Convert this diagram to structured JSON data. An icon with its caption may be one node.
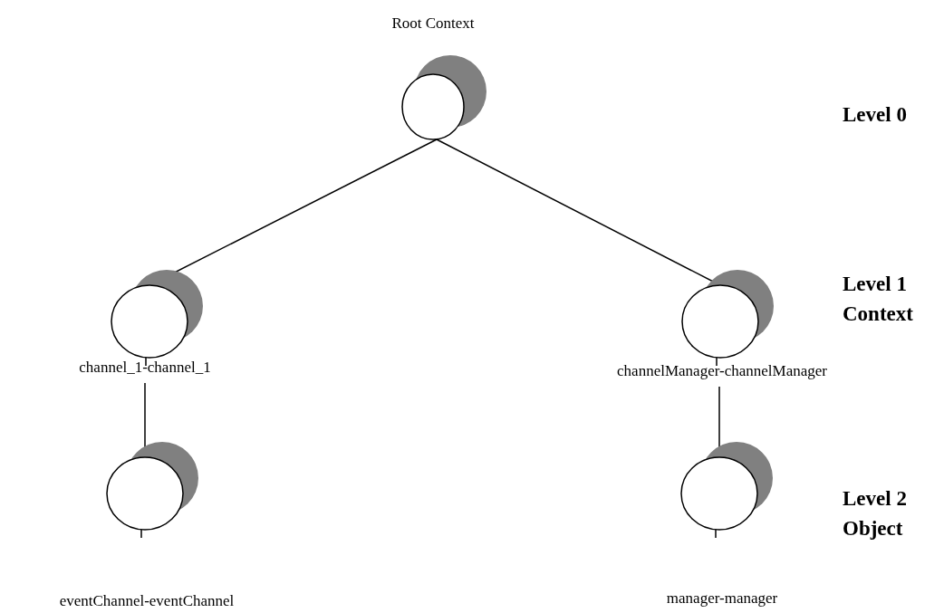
{
  "diagram": {
    "nodes": [
      {
        "text": [
          "Root Context"
        ]
      },
      {
        "text": [
          "channel_1-channel_1"
        ]
      },
      {
        "text": [
          "channelManager-channelManager"
        ]
      },
      {
        "text": [
          "eventChannel-eventChannel"
        ]
      },
      {
        "text": [
          "manager-manager"
        ]
      }
    ],
    "edges": [
      {
        "from": 0,
        "to": 1,
        "arrow": "none"
      },
      {
        "from": 0,
        "to": 2,
        "arrow": "none"
      },
      {
        "from": 1,
        "to": 3,
        "arrow": "none"
      },
      {
        "from": 2,
        "to": 4,
        "arrow": "none"
      }
    ],
    "labels": [
      "Level 0",
      "Level 1 Context",
      "Level 2 Object"
    ]
  }
}
